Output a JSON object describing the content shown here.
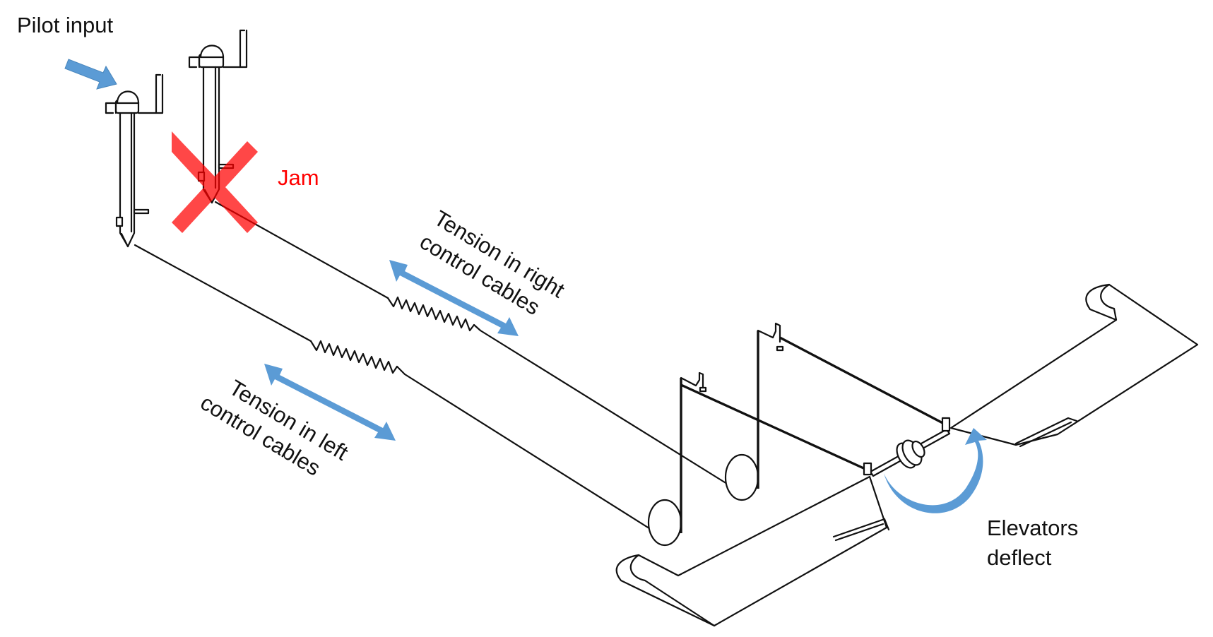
{
  "labels": {
    "pilot_input": "Pilot input",
    "jam": "Jam",
    "tension_right_line1": "Tension in right",
    "tension_right_line2": "control cables",
    "tension_left_line1": "Tension in left",
    "tension_left_line2": "control cables",
    "elevators_line1": "Elevators",
    "elevators_line2": "deflect"
  },
  "colors": {
    "arrow": "#5b9bd5",
    "jam": "#ff0000",
    "line": "#111111"
  },
  "icons": {
    "input_arrow": "arrow-right-down-icon",
    "jam_marker": "x-cross-icon",
    "tension_arrows": "double-arrow-icon",
    "deflection_arrow": "curved-arrow-icon"
  }
}
